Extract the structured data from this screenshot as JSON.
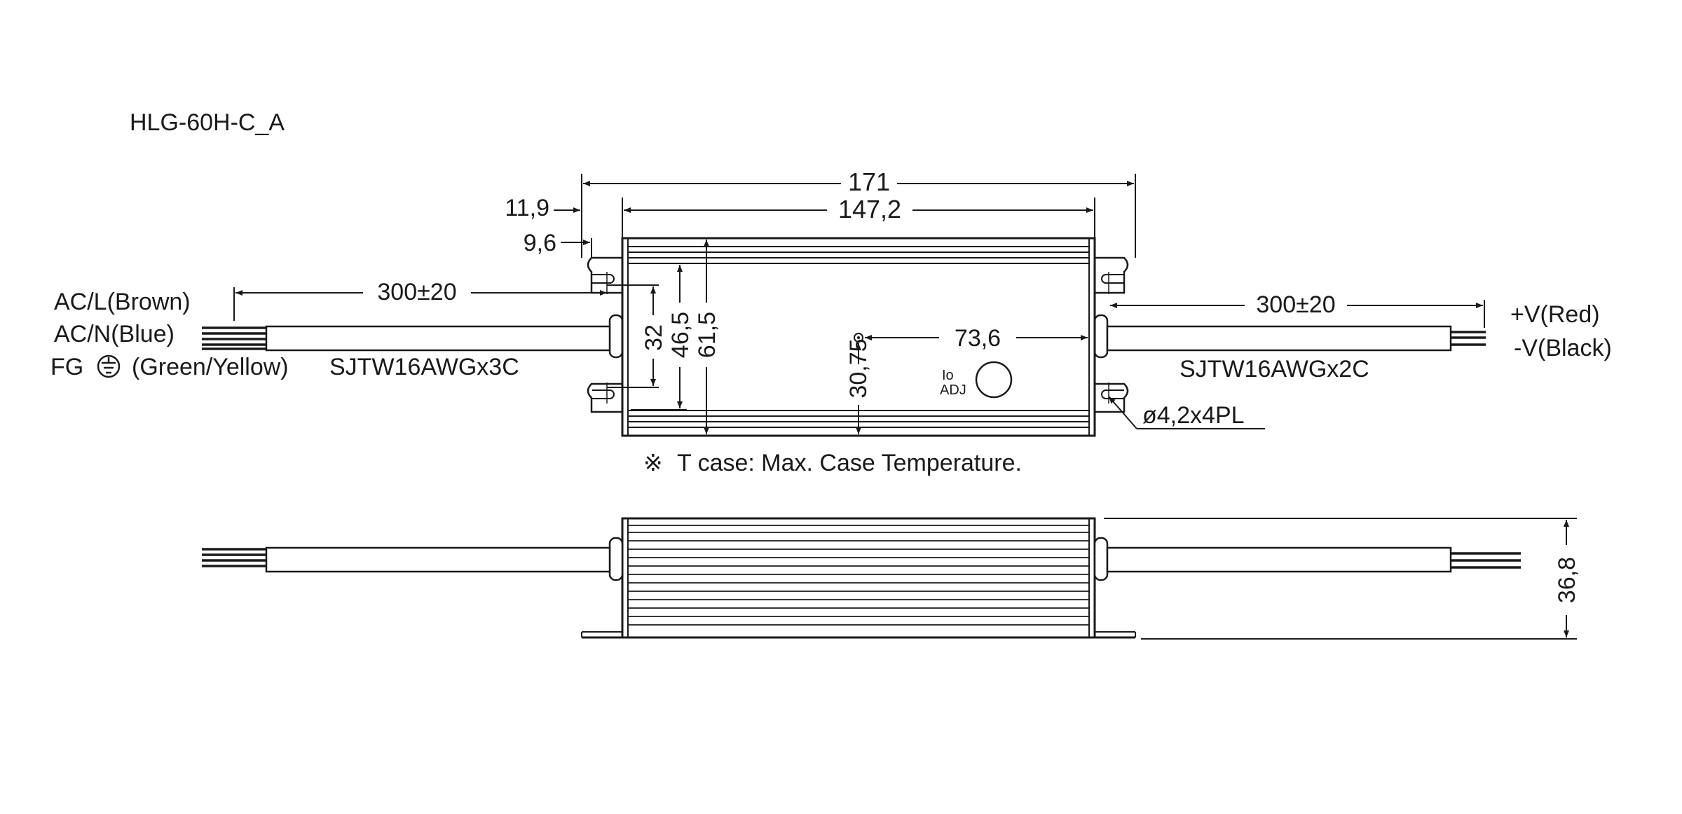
{
  "model": "HLG-60H-C_A",
  "dimensions": {
    "overall_length": "171",
    "case_length": "147,2",
    "bracket_offset_outer": "11,9",
    "bracket_offset_inner": "9,6",
    "left_wire_length": "300±20",
    "right_wire_length": "300±20",
    "hole_spacing": "32",
    "case_width": "46,5",
    "overall_width": "61,5",
    "tc_point_x": "73,6",
    "tc_point_y": "30,75",
    "mount_hole": "ø4,2x4PL",
    "height": "36,8"
  },
  "labels": {
    "ac_l": "AC/L(Brown)",
    "ac_n": "AC/N(Blue)",
    "fg_prefix": "FG",
    "fg_suffix": "(Green/Yellow)",
    "input_cable": "SJTW16AWGx3C",
    "v_plus": "+V(Red)",
    "v_minus": "-V(Black)",
    "output_cable": "SJTW16AWGx2C",
    "io": "Io",
    "adj": "ADJ",
    "note_symbol": "※",
    "note": "T case: Max. Case Temperature."
  },
  "icons": {
    "ground": "earth-ground-icon",
    "note": "reference-mark-icon",
    "tc_point": "tc-point-icon",
    "potentiometer": "adjust-potentiometer-icon"
  }
}
